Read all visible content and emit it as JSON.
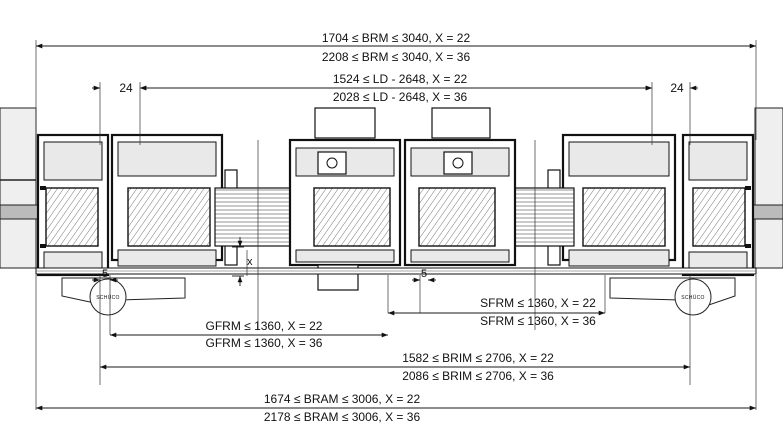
{
  "dimensions": {
    "brm": [
      "1704 ≤ BRM ≤ 3040, X = 22",
      "2208 ≤ BRM ≤ 3040, X = 36"
    ],
    "ld": [
      "1524  ≤ LD - 2648, X = 22",
      "2028  ≤ LD - 2648, X = 36"
    ],
    "gap_left": "24",
    "gap_right": "24",
    "five_left": "5",
    "five_right": "5",
    "x_mark": "x",
    "sfrm": [
      "SFRM ≤ 1360, X = 22",
      "SFRM ≤ 1360, X = 36"
    ],
    "gfrm": [
      "GFRM ≤ 1360, X = 22",
      "GFRM ≤ 1360, X = 36"
    ],
    "brim": [
      "1582 ≤ BRIM ≤ 2706, X = 22",
      "2086 ≤ BRIM ≤ 2706, X = 36"
    ],
    "bram": [
      "1674 ≤ BRAM ≤ 3006, X = 22",
      "2178 ≤ BRAM ≤ 3006, X = 36"
    ]
  },
  "handles": {
    "left_logo": "SCHÜCO",
    "right_logo": "SCHÜCO"
  }
}
